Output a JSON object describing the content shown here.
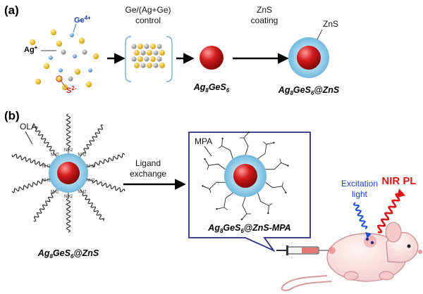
{
  "panel_a": {
    "label": "(a)",
    "ion_ge": "Ge",
    "ion_ge_sup": "4+",
    "ion_ag": "Ag",
    "ion_ag_sup": "+",
    "ion_s": "S",
    "ion_s_sup": "2-",
    "step1_line1": "Ge/(Ag+Ge)",
    "step1_line2": "control",
    "step2_line1": "ZnS",
    "step2_line2": "coating",
    "product1": {
      "p1": "Ag",
      "s1": "8",
      "p2": "GeS",
      "s2": "6"
    },
    "shell_label": "ZnS",
    "product2": {
      "p1": "Ag",
      "s1": "8",
      "p2": "GeS",
      "s2": "6",
      "p3": "@ZnS"
    }
  },
  "panel_b": {
    "label": "(b)",
    "ligand_label": "OLA",
    "amine": "NH",
    "amine_sub": "2",
    "step_line1": "Ligand",
    "step_line2": "exchange",
    "mpa_label": "MPA",
    "product_left": {
      "p1": "Ag",
      "s1": "8",
      "p2": "GeS",
      "s2": "6",
      "p3": "@ZnS"
    },
    "product_box": {
      "p1": "Ag",
      "s1": "8",
      "p2": "GeS",
      "s2": "6",
      "p3": "@ZnS-MPA"
    },
    "excitation_line1": "Excitation",
    "excitation_line2": "light",
    "nir_label": "NIR PL"
  },
  "colors": {
    "core": "#d11a1a",
    "shell": "#8cc8e6",
    "sulfur": "#e8b800",
    "germanium": "#5aa0d8",
    "silver": "#a8a8a8",
    "excitation": "#1a4fd6",
    "emission": "#e01414",
    "box_border": "#2b2b8c"
  },
  "icons": [
    "reaction-arrow-icon",
    "nanoparticle-icon",
    "syringe-icon",
    "mouse-icon",
    "wavy-light-icon"
  ]
}
